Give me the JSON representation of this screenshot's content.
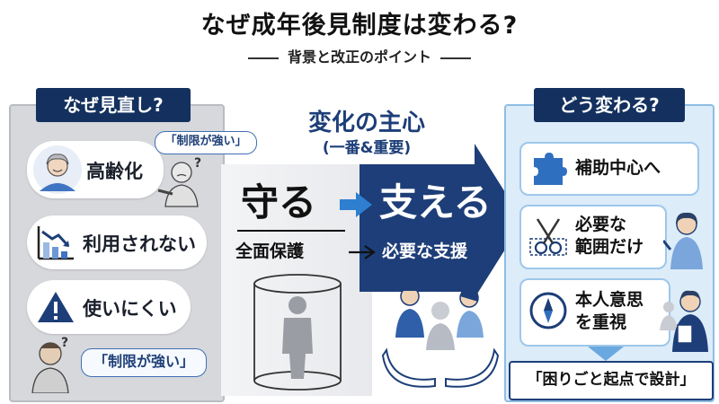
{
  "header": {
    "title": "なぜ成年後見制度は変わる?",
    "subtitle": "背景と改正のポイント"
  },
  "left": {
    "tag": "なぜ見直し?",
    "items": [
      {
        "label": "高齢化",
        "icon": "elderly-person-icon"
      },
      {
        "label": "利用されない",
        "icon": "chart-down-icon"
      },
      {
        "label": "使いにくい",
        "icon": "warning-icon"
      }
    ],
    "bubble_top": "「制限が強い」",
    "bubble_bottom": "「制限が強い」"
  },
  "center": {
    "title": "変化の主心",
    "subtitle": "(一番&重要)",
    "from_big": "守る",
    "to_big": "支える",
    "from_small": "全面保護",
    "to_small": "必要な支援"
  },
  "right": {
    "tag": "どう変わる?",
    "items": [
      {
        "label": "補助中心へ",
        "icon": "puzzle-icon"
      },
      {
        "label": "必要な\n範囲だけ",
        "icon": "scissors-icon"
      },
      {
        "label": "本人意思\nを重視",
        "icon": "compass-icon"
      }
    ],
    "bottom": "「困りごと起点で設計」"
  },
  "colors": {
    "navy": "#14305e",
    "blue": "#1d3e78",
    "accent": "#2f7fd1",
    "gray_panel": "#d6d8dc",
    "light_blue_panel": "#dcecf9"
  }
}
